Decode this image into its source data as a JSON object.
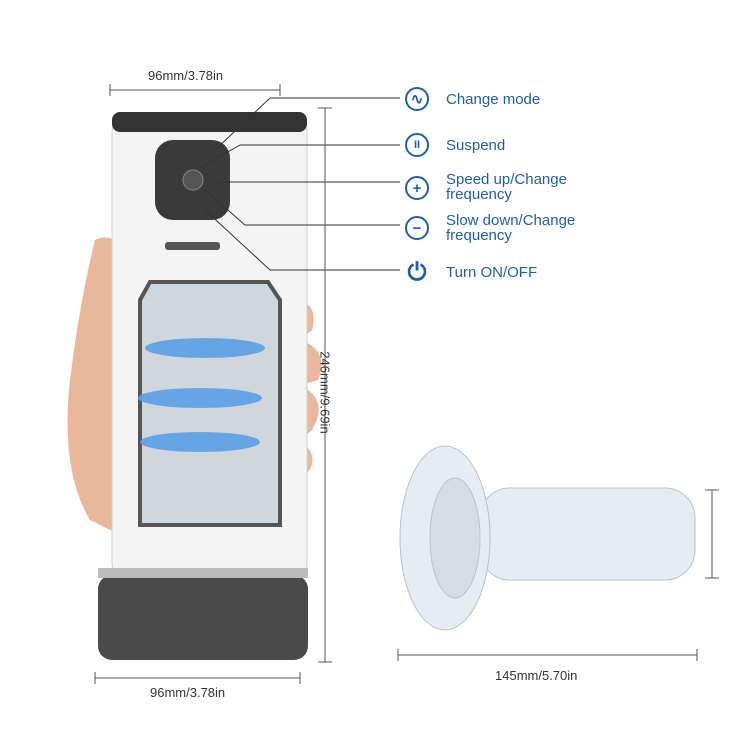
{
  "dimensions": {
    "top_width": "96mm/3.78in",
    "height": "246mm/9.69in",
    "bottom_width": "96mm/3.78in",
    "sleeve_length": "145mm/5.70in"
  },
  "controls": [
    {
      "icon": "wave-icon",
      "symbol": "∿",
      "label": "Change mode"
    },
    {
      "icon": "pause-icon",
      "symbol": "II",
      "label": "Suspend"
    },
    {
      "icon": "plus-icon",
      "symbol": "+",
      "label": "Speed up/Change frequency"
    },
    {
      "icon": "minus-icon",
      "symbol": "−",
      "label": "Slow down/Change frequency"
    },
    {
      "icon": "power-icon",
      "symbol": "⏻",
      "label": "Turn ON/OFF"
    }
  ],
  "colors": {
    "accent": "#1f5fa8",
    "body": "#f4f4f4",
    "base": "#4a4a4a"
  }
}
